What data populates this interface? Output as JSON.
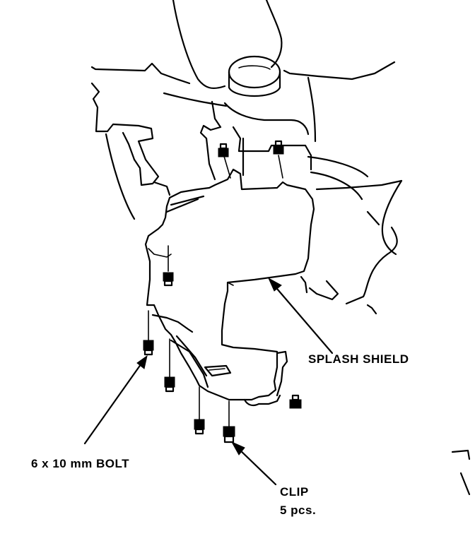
{
  "labels": {
    "splash_shield": "SPLASH SHIELD",
    "bolt": "6 x 10 mm BOLT",
    "clip_line1": "CLIP",
    "clip_line2": "5 pcs."
  }
}
